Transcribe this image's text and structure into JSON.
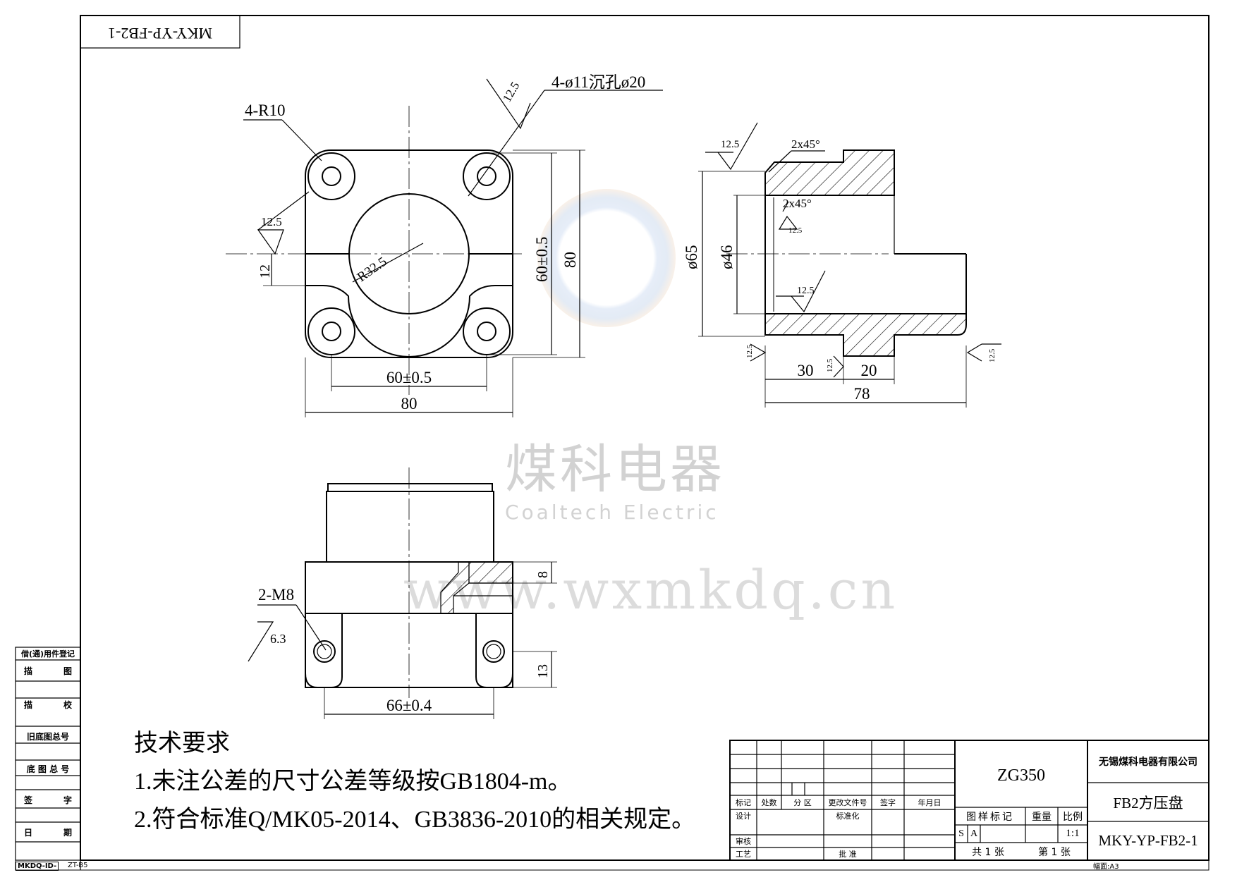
{
  "drawing_code_rotated": "MKY-YP-FB2-1",
  "watermark": {
    "company_cn": "煤科电器",
    "company_en": "Coaltech Electric",
    "url": "www.wxmkdq.cn"
  },
  "front_view": {
    "radius_note": "4-R10",
    "hole_note": "4-ø11沉孔ø20",
    "roughness": [
      "12.5",
      "12.5"
    ],
    "dim_12": "12",
    "dim_r32_5": "R32.5",
    "dim_60_h": "60±0.5",
    "dim_80_h": "80",
    "dim_60_v": "60±0.5",
    "dim_80_v": "80"
  },
  "section_view": {
    "chamfer_top": "2x45°",
    "chamfer_inner": "2x45°",
    "roughness": [
      "12.5",
      "12.5",
      "12.5",
      "12.5",
      "12.5",
      "12.5"
    ],
    "dia_65": "ø65",
    "dia_46": "ø46",
    "dim_30": "30",
    "dim_20": "20",
    "dim_78": "78"
  },
  "bottom_view": {
    "thread_note": "2-M8",
    "roughness": "6.3",
    "dim_8": "8",
    "dim_13": "13",
    "dim_66": "66±0.4"
  },
  "tech_requirements": {
    "heading": "技术要求",
    "line1": "1.未注公差的尺寸公差等级按GB1804-m。",
    "line2": "2.符合标准Q/MK05-2014、GB3836-2010的相关规定。"
  },
  "side_panel": {
    "rows": [
      {
        "a": "借(通)用件登记",
        "b": ""
      },
      {
        "a": "描",
        "b": "图"
      },
      {
        "a": "描",
        "b": "校"
      },
      {
        "a": "旧底图总号",
        "b": ""
      },
      {
        "a": "底 图 总 号",
        "b": ""
      },
      {
        "a": "签",
        "b": "字"
      },
      {
        "a": "日",
        "b": "期"
      }
    ],
    "bottom_code": "MKDQ-ID-",
    "bottom_code2": "ZT-B5"
  },
  "title_block": {
    "material": "ZG350",
    "company": "无锡煤科电器有限公司",
    "part_name": "FB2方压盘",
    "drawing_number": "MKY-YP-FB2-1",
    "sheet_size": "幅面:A3",
    "hdr": [
      "标记",
      "处数",
      "分 区",
      "更改文件号",
      "签字",
      "年月日"
    ],
    "design": "设计",
    "standard": "标准化",
    "review": "审核",
    "process": "工艺",
    "approve": "批 准",
    "mark_label": "图样标记",
    "weight_label": "重量",
    "scale_label": "比例",
    "mark_s": "S",
    "mark_a": "A",
    "scale": "1:1",
    "total_sheets": "共 1 张",
    "sheet_no": "第 1 张"
  }
}
